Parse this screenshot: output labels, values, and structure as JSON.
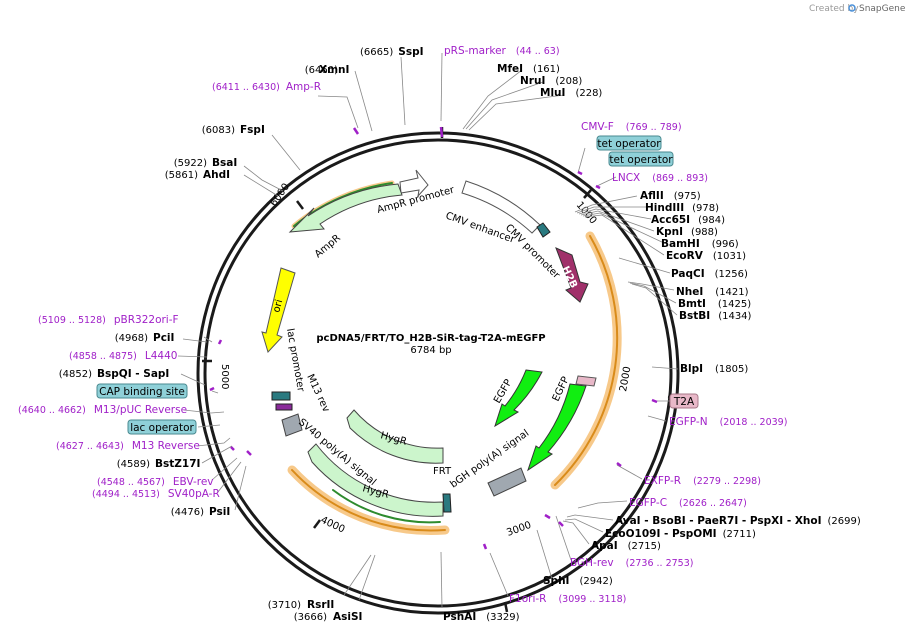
{
  "credit": {
    "prefix": "Created by",
    "brand": "SnapGene"
  },
  "plasmid": {
    "name": "pcDNA5/FRT/TO_H2B-SiR-tag-T2A-mEGFP",
    "size": "6784 bp"
  },
  "ticks": [
    "1000",
    "2000",
    "3000",
    "4000",
    "5000",
    "6000"
  ],
  "features": {
    "ampr_promoter": "AmpR promoter",
    "ampr": "AmpR",
    "ori": "ori",
    "cmv_enhancer": "CMV enhancer",
    "cmv_promoter": "CMV promoter",
    "h2b": "H2B",
    "egfp1": "EGFP",
    "egfp2": "EGFP",
    "bgh": "bGH poly(A) signal",
    "frt": "FRT",
    "hygr1": "HygR",
    "hygr2": "HygR",
    "sv40": "SV40 poly(A) signal",
    "lac_promoter": "lac promoter",
    "m13_rev": "M13 rev"
  },
  "enzymes": {
    "sspi": {
      "name": "SspI",
      "pos": "(6665)"
    },
    "xmni": {
      "name": "XmnI",
      "pos": "(6460)"
    },
    "fspi": {
      "name": "FspI",
      "pos": "(6083)"
    },
    "bsai": {
      "name": "BsaI",
      "pos": "(5922)"
    },
    "ahdi": {
      "name": "AhdI",
      "pos": "(5861)"
    },
    "mfei": {
      "name": "MfeI",
      "pos": "(161)"
    },
    "nrui": {
      "name": "NruI",
      "pos": "(208)"
    },
    "mlui": {
      "name": "MluI",
      "pos": "(228)"
    },
    "aflii": {
      "name": "AflII",
      "pos": "(975)"
    },
    "hindiii": {
      "name": "HindIII",
      "pos": "(978)"
    },
    "acc65i": {
      "name": "Acc65I",
      "pos": "(984)"
    },
    "kpni": {
      "name": "KpnI",
      "pos": "(988)"
    },
    "bamhi": {
      "name": "BamHI",
      "pos": "(996)"
    },
    "ecorv": {
      "name": "EcoRV",
      "pos": "(1031)"
    },
    "paqci": {
      "name": "PaqCI",
      "pos": "(1256)"
    },
    "nhei": {
      "name": "NheI",
      "pos": "(1421)"
    },
    "bmti": {
      "name": "BmtI",
      "pos": "(1425)"
    },
    "bstbi": {
      "name": "BstBI",
      "pos": "(1434)"
    },
    "blpi": {
      "name": "BlpI",
      "pos": "(1805)"
    },
    "pcii": {
      "name": "PciI",
      "pos": "(4968)"
    },
    "bspqi_sapi": {
      "name": "BspQI - SapI",
      "pos": "(4852)"
    },
    "bstz17i": {
      "name": "BstZ17I",
      "pos": "(4589)"
    },
    "psii": {
      "name": "PsiI",
      "pos": "(4476)"
    },
    "rsrii": {
      "name": "RsrII",
      "pos": "(3710)"
    },
    "asisi": {
      "name": "AsiSI",
      "pos": "(3666)"
    },
    "pshai": {
      "name": "PshAI",
      "pos": "(3329)"
    },
    "sphi": {
      "name": "SphI",
      "pos": "(2942)"
    },
    "apai": {
      "name": "ApaI",
      "pos": "(2715)"
    },
    "ecoo109i": {
      "name": "EcoO109I - PspOMI",
      "pos": "(2711)"
    },
    "avai_group": {
      "name": "AvaI - BsoBI - PaeR7I - PspXI - XhoI",
      "pos": "(2699)"
    }
  },
  "primers": {
    "prs_marker": {
      "name": "pRS-marker",
      "pos": "(44 .. 63)"
    },
    "amp_r": {
      "name": "Amp-R",
      "pos": "(6411 .. 6430)"
    },
    "cmv_f": {
      "name": "CMV-F",
      "pos": "(769 .. 789)"
    },
    "lncx": {
      "name": "LNCX",
      "pos": "(869 .. 893)"
    },
    "egfp_n": {
      "name": "EGFP-N",
      "pos": "(2018 .. 2039)"
    },
    "exfp_r": {
      "name": "EXFP-R",
      "pos": "(2279 .. 2298)"
    },
    "egfp_c": {
      "name": "EGFP-C",
      "pos": "(2626 .. 2647)"
    },
    "bgh_rev": {
      "name": "BGH-rev",
      "pos": "(2736 .. 2753)"
    },
    "f1ori_r": {
      "name": "F1ori-R",
      "pos": "(3099 .. 3118)"
    },
    "pbr322": {
      "name": "pBR322ori-F",
      "pos": "(5109 .. 5128)"
    },
    "l4440": {
      "name": "L4440",
      "pos": "(4858 .. 4875)"
    },
    "m13puc": {
      "name": "M13/pUC Reverse",
      "pos": "(4640 .. 4662)"
    },
    "m13rev": {
      "name": "M13 Reverse",
      "pos": "(4627 .. 4643)"
    },
    "ebv_rev": {
      "name": "EBV-rev",
      "pos": "(4548 .. 4567)"
    },
    "sv40pa_r": {
      "name": "SV40pA-R",
      "pos": "(4494 .. 4513)"
    }
  },
  "boxes": {
    "tet1": "tet operator",
    "tet2": "tet operator",
    "t2a": "T2A",
    "cap": "CAP binding site",
    "lacop": "lac operator"
  },
  "colors": {
    "backbone": "#1a1a1a",
    "primer": "#a020c8",
    "feature_light_green": "#ccf5cc",
    "ori_yellow": "#ffff00",
    "egfp_green": "#11ee11",
    "h2b_magenta": "#a0306a",
    "orf_orange": "#f0b040",
    "box_teal": "#8fd0d8",
    "t2a_pink": "#e8b8c8"
  }
}
